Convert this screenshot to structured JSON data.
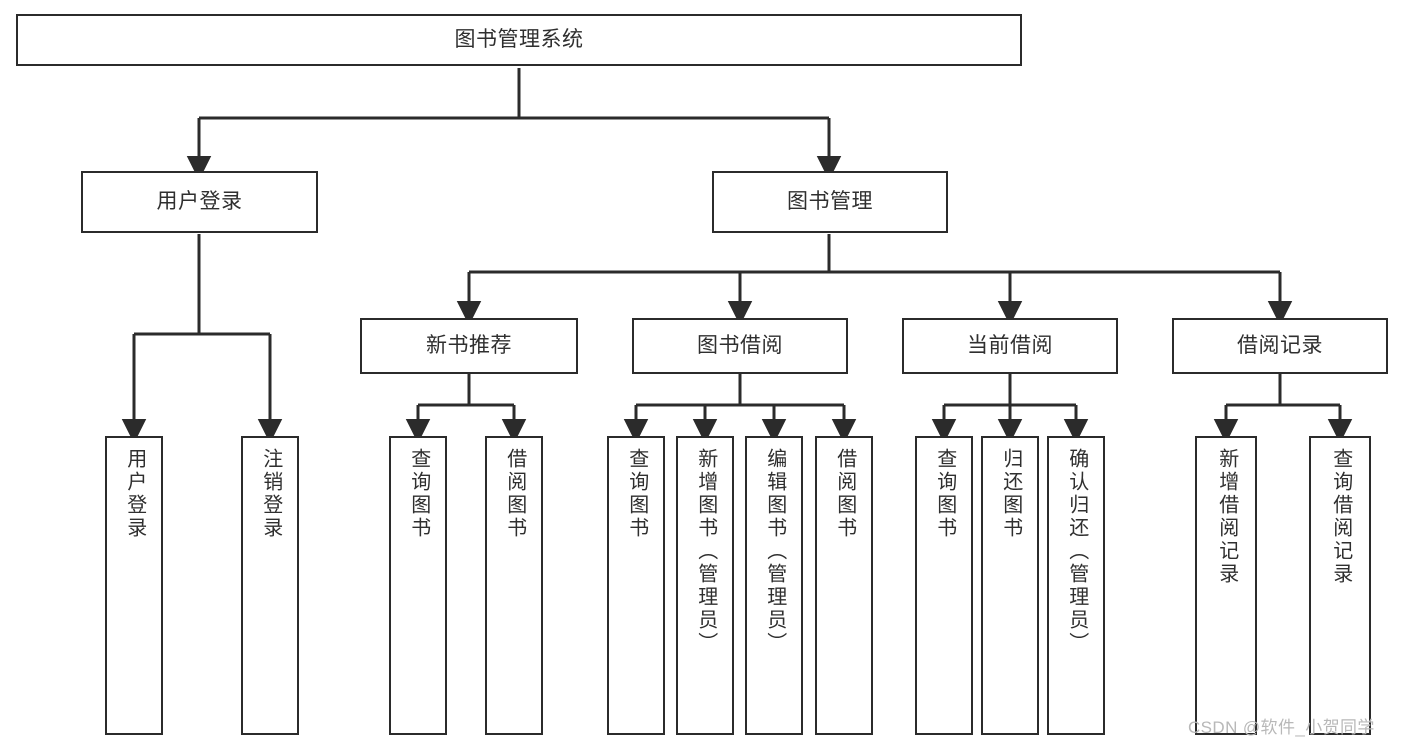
{
  "diagram": {
    "title": "图书管理系统",
    "type": "tree-hierarchy-chart",
    "colors": {
      "box_border": "#2b2b2b",
      "box_fill": "#ffffff",
      "connector": "#2b2b2b",
      "text": "#2f2f2f",
      "background": "#ffffff",
      "watermark": "#b8b8b8"
    },
    "root": {
      "label": "图书管理系统"
    },
    "level2": [
      {
        "label": "用户登录"
      },
      {
        "label": "图书管理"
      }
    ],
    "level3": [
      {
        "label": "新书推荐"
      },
      {
        "label": "图书借阅"
      },
      {
        "label": "当前借阅"
      },
      {
        "label": "借阅记录"
      }
    ],
    "leaves": {
      "user_login": [
        {
          "label": "用户登录"
        },
        {
          "label": "注销登录"
        }
      ],
      "new_book_recommend": [
        {
          "label": "查询图书"
        },
        {
          "label": "借阅图书"
        }
      ],
      "book_borrow": [
        {
          "label": "查询图书"
        },
        {
          "label": "新增图书（管理员）"
        },
        {
          "label": "编辑图书（管理员）"
        },
        {
          "label": "借阅图书"
        }
      ],
      "current_borrow": [
        {
          "label": "查询图书"
        },
        {
          "label": "归还图书"
        },
        {
          "label": "确认归还（管理员）"
        }
      ],
      "borrow_record": [
        {
          "label": "新增借阅记录"
        },
        {
          "label": "查询借阅记录"
        }
      ]
    },
    "watermark": "CSDN @软件_小贺同学"
  }
}
